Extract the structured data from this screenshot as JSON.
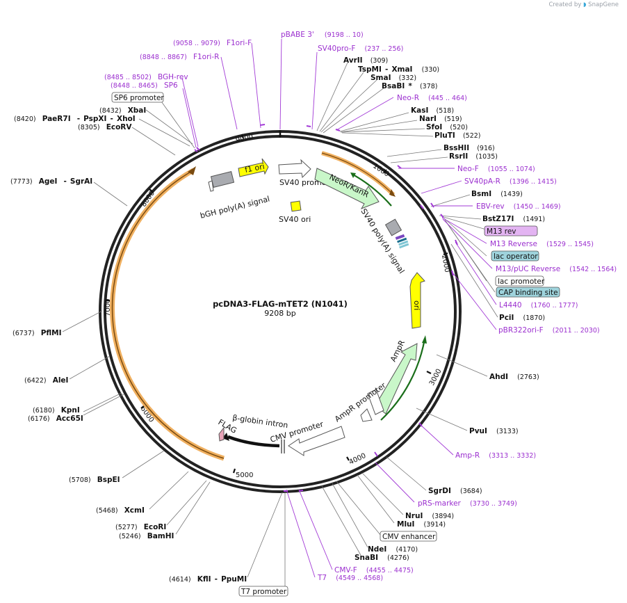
{
  "credit": {
    "created_by": "Created by",
    "brand": "SnapGene"
  },
  "map": {
    "title": "pcDNA3-FLAG-mTET2 (N1041)",
    "length": "9208 bp"
  },
  "ticks": [
    "1000",
    "2000",
    "3000",
    "4000",
    "5000",
    "6000",
    "7000",
    "8000",
    "9000"
  ],
  "features": {
    "f1_ori": "f1 ori",
    "sv40_promoter": "SV40 promoter",
    "neo": "NeoR/KanR",
    "sv40_polya": "SV40 poly(A) signal",
    "sv40_ori": "SV40 ori",
    "bgh": "bGH poly(A) signal",
    "ori": "ori",
    "ampr": "AmpR",
    "ampr_promoter": "AmpR promoter",
    "cmv_promoter": "CMV promoter",
    "beta_globin": "β-globin intron",
    "flag": "FLAG"
  },
  "enzymes": [
    {
      "id": "avrii",
      "name": "AvrII",
      "pos": "(309)"
    },
    {
      "id": "tspmi",
      "name": "TspMI",
      "name2": "XmaI",
      "pos": "(330)"
    },
    {
      "id": "smai",
      "name": "SmaI",
      "pos": "(332)"
    },
    {
      "id": "bsabi",
      "name": "BsaBI",
      "star": "*",
      "pos": "(378)"
    },
    {
      "id": "kasi",
      "name": "KasI",
      "pos": "(518)"
    },
    {
      "id": "nari",
      "name": "NarI",
      "pos": "(519)"
    },
    {
      "id": "sfoi",
      "name": "SfoI",
      "pos": "(520)"
    },
    {
      "id": "pluti",
      "name": "PluTI",
      "pos": "(522)"
    },
    {
      "id": "bsshii",
      "name": "BssHII",
      "pos": "(916)"
    },
    {
      "id": "rsrii",
      "name": "RsrII",
      "pos": "(1035)"
    },
    {
      "id": "bsmi",
      "name": "BsmI",
      "pos": "(1439)"
    },
    {
      "id": "bstz17i",
      "name": "BstZ17I",
      "pos": "(1491)"
    },
    {
      "id": "pcii",
      "name": "PciI",
      "pos": "(1870)"
    },
    {
      "id": "ahdi",
      "name": "AhdI",
      "pos": "(2763)"
    },
    {
      "id": "pvui",
      "name": "PvuI",
      "pos": "(3133)"
    },
    {
      "id": "sgrdi",
      "name": "SgrDI",
      "pos": "(3684)"
    },
    {
      "id": "nrui",
      "name": "NruI",
      "pos": "(3894)"
    },
    {
      "id": "mlui",
      "name": "MluI",
      "pos": "(3914)"
    },
    {
      "id": "ndei",
      "name": "NdeI",
      "pos": "(4170)"
    },
    {
      "id": "snabi",
      "name": "SnaBI",
      "pos": "(4276)"
    },
    {
      "id": "kfli",
      "name": "KflI",
      "name2": "PpuMI",
      "pos": "(4614)"
    },
    {
      "id": "bamhi",
      "name": "BamHI",
      "pos": "(5246)"
    },
    {
      "id": "ecori",
      "name": "EcoRI",
      "pos": "(5277)"
    },
    {
      "id": "xcmi",
      "name": "XcmI",
      "pos": "(5468)"
    },
    {
      "id": "bspei",
      "name": "BspEI",
      "pos": "(5708)"
    },
    {
      "id": "acc65i",
      "name": "Acc65I",
      "pos": "(6176)"
    },
    {
      "id": "kpni",
      "name": "KpnI",
      "pos": "(6180)"
    },
    {
      "id": "alei",
      "name": "AleI",
      "pos": "(6422)"
    },
    {
      "id": "pflmi",
      "name": "PflMI",
      "pos": "(6737)"
    },
    {
      "id": "agei",
      "name": "AgeI",
      "name2": "SgrAI",
      "pos": "(7773)"
    },
    {
      "id": "ecorv",
      "name": "EcoRV",
      "pos": "(8305)"
    },
    {
      "id": "paer7i",
      "name": "PaeR7I",
      "name2": "PspXI",
      "name3": "XhoI",
      "pos": "(8420)"
    },
    {
      "id": "xbai",
      "name": "XbaI",
      "pos": "(8432)"
    }
  ],
  "primers": [
    {
      "id": "pbabe3",
      "name": "pBABE 3'",
      "pos": "(9198 .. 10)"
    },
    {
      "id": "sv40prof",
      "name": "SV40pro-F",
      "pos": "(237 .. 256)"
    },
    {
      "id": "neor",
      "name": "Neo-R",
      "pos": "(445 .. 464)"
    },
    {
      "id": "neof",
      "name": "Neo-F",
      "pos": "(1055 .. 1074)"
    },
    {
      "id": "sv40par",
      "name": "SV40pA-R",
      "pos": "(1396 .. 1415)"
    },
    {
      "id": "ebvrev",
      "name": "EBV-rev",
      "pos": "(1450 .. 1469)"
    },
    {
      "id": "m13reverse",
      "name": "M13 Reverse",
      "pos": "(1529 .. 1545)"
    },
    {
      "id": "m13puc",
      "name": "M13/pUC Reverse",
      "pos": "(1542 .. 1564)"
    },
    {
      "id": "l4440",
      "name": "L4440",
      "pos": "(1760 .. 1777)"
    },
    {
      "id": "pbr322",
      "name": "pBR322ori-F",
      "pos": "(2011 .. 2030)"
    },
    {
      "id": "ampr",
      "name": "Amp-R",
      "pos": "(3313 .. 3332)"
    },
    {
      "id": "prs",
      "name": "pRS-marker",
      "pos": "(3730 .. 3749)"
    },
    {
      "id": "cmvf",
      "name": "CMV-F",
      "pos": "(4455 .. 4475)"
    },
    {
      "id": "t7p",
      "name": "T7",
      "pos": "(4549 .. 4568)"
    },
    {
      "id": "sp6",
      "name": "SP6",
      "pos": "(8448 .. 8465)"
    },
    {
      "id": "bghrev",
      "name": "BGH-rev",
      "pos": "(8485 .. 8502)"
    },
    {
      "id": "f1orir",
      "name": "F1ori-R",
      "pos": "(8848 .. 8867)"
    },
    {
      "id": "f1orif",
      "name": "F1ori-F",
      "pos": "(9058 .. 9079)"
    }
  ],
  "boxes": {
    "m13rev": "M13 rev",
    "lac_operator": "lac operator",
    "lac_promoter": "lac promoter",
    "cap": "CAP binding site",
    "cmv_enhancer": "CMV enhancer",
    "t7_promoter": "T7 promoter",
    "sp6_promoter": "SP6 promoter"
  },
  "colors": {
    "primer": "#9b2fcf",
    "neo": "#c9f7c9",
    "ori": "#ffff00",
    "orange": "#f0b060",
    "gray": "#a9abb0",
    "aqua": "#9ed3dc",
    "lilac": "#e3b4f2"
  }
}
